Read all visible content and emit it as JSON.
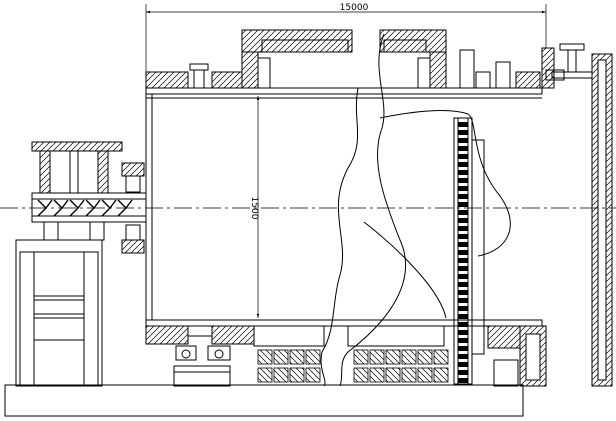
{
  "drawing": {
    "dimensions": {
      "length_label": "15000",
      "diameter_label": "1500"
    },
    "screw_conveyor": {
      "flight_count": 6
    },
    "colors": {
      "line": "#000000",
      "background": "#ffffff"
    }
  }
}
